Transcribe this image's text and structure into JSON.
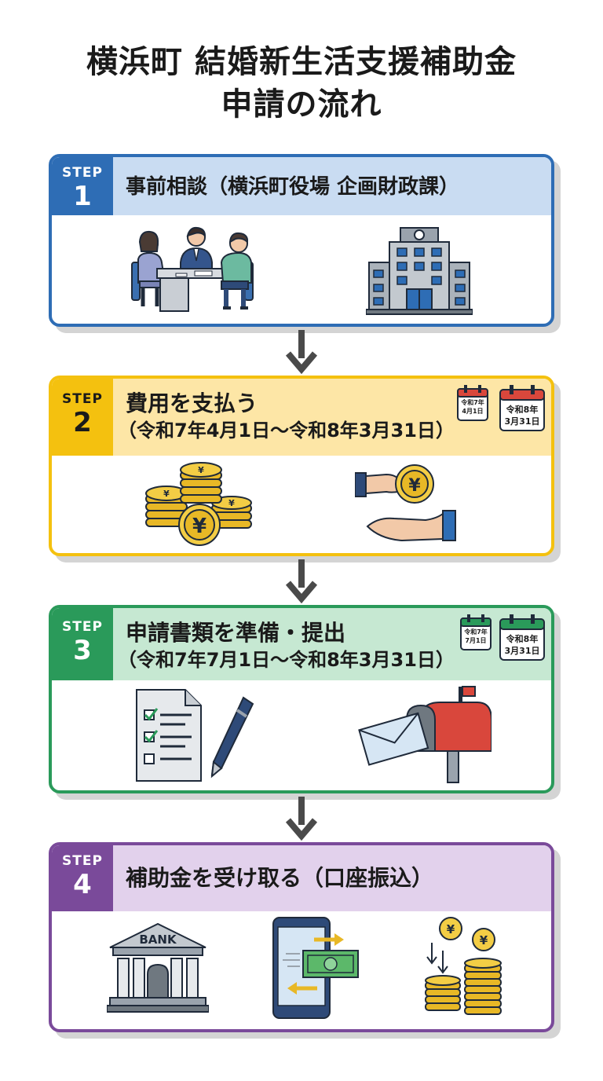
{
  "title": {
    "line1": "横浜町 結婚新生活支援補助金",
    "line2": "申請の流れ"
  },
  "steps": [
    {
      "label": "STEP",
      "number": "1",
      "title": "事前相談（横浜町役場 企画財政課）",
      "subtitle": "",
      "color": "#2e6db5",
      "header_bg": "#c9dcf2"
    },
    {
      "label": "STEP",
      "number": "2",
      "title": "費用を支払う",
      "subtitle": "（令和7年4月1日〜令和8年3月31日）",
      "calendar_start": {
        "line1": "令和7年",
        "line2": "4月1日"
      },
      "calendar_end": {
        "line1": "令和8年",
        "line2": "3月31日"
      },
      "color": "#f4c10f",
      "header_bg": "#fde6a6"
    },
    {
      "label": "STEP",
      "number": "3",
      "title": "申請書類を準備・提出",
      "subtitle": "（令和7年7月1日〜令和8年3月31日）",
      "calendar_start": {
        "line1": "令和7年",
        "line2": "7月1日"
      },
      "calendar_end": {
        "line1": "令和8年",
        "line2": "3月31日"
      },
      "color": "#2a9a5a",
      "header_bg": "#c6e8d2"
    },
    {
      "label": "STEP",
      "number": "4",
      "title": "補助金を受け取る（口座振込）",
      "subtitle": "",
      "color": "#7a4a9a",
      "header_bg": "#e2d1ec"
    }
  ],
  "icons": {
    "bank_sign": "BANK",
    "yen": "¥"
  }
}
